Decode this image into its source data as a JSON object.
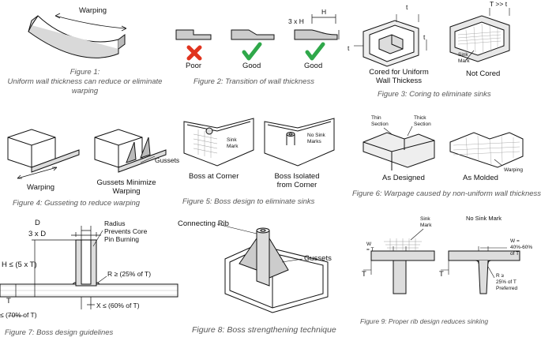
{
  "figures": [
    {
      "caption": "Figure 1:\nUniform wall thickness can reduce or eliminate warping",
      "labels": {
        "warping": "Warping"
      }
    },
    {
      "caption": "Figure 2: Transition of wall thickness",
      "labels": {
        "poor": "Poor",
        "good1": "Good",
        "good2": "Good",
        "h": "H",
        "three_h": "3 x H"
      }
    },
    {
      "caption": "Figure 3: Coring to eliminate sinks",
      "labels": {
        "t1": "t",
        "t2": "t",
        "t3": "t",
        "t_gt": "T >> t",
        "sink_mark": "Sink\nMark",
        "cored": "Cored for Uniform\nWall Thickess",
        "not_cored": "Not Cored"
      }
    },
    {
      "caption": "Figure 4: Gusseting to reduce warping",
      "labels": {
        "warping": "Warping",
        "gussets_min": "Gussets Minimize\nWarping",
        "gussets": "Gussets"
      }
    },
    {
      "caption": "Figure 5: Boss design to eliminate sinks",
      "labels": {
        "sink_mark": "Sink\nMark",
        "no_sink": "No Sink\nMarks",
        "boss_corner": "Boss at Corner",
        "boss_isolated": "Boss Isolated\nfrom Corner"
      }
    },
    {
      "caption": "Figure 6: Warpage caused by non-uniform wall thickness",
      "labels": {
        "thin": "Thin\nSection",
        "thick": "Thick\nSection",
        "as_designed": "As Designed",
        "as_molded": "As Molded",
        "warping": "Warping"
      }
    },
    {
      "caption": "Figure 7: Boss design guidelines",
      "labels": {
        "d": "D",
        "three_d": "3 x D",
        "h": "H ≤ (5 x T)",
        "t": "T",
        "radius": "Radius\nPrevents Core\nPin Burning",
        "r": "R ≥ (25% of T)",
        "x": "X ≤ (60% of T)",
        "bottom": "≤ (70% of T)"
      }
    },
    {
      "caption": "Figure 8: Boss strengthening technique",
      "labels": {
        "rib": "Connecting Rib",
        "gussets": "Gussets"
      }
    },
    {
      "caption": "Figure 9: Proper rib design reduces sinking",
      "labels": {
        "w1": "W\n= T",
        "sink_mark": "Sink\nMark",
        "no_sink": "No Sink Mark",
        "w2": "W =\n40%-60%\nof T",
        "r": "R ≥\n25% of T\nPreferred",
        "t1": "T",
        "t2": "T"
      }
    }
  ],
  "colors": {
    "good": "#2fa84a",
    "poor": "#e0341f",
    "caption": "#555555"
  }
}
